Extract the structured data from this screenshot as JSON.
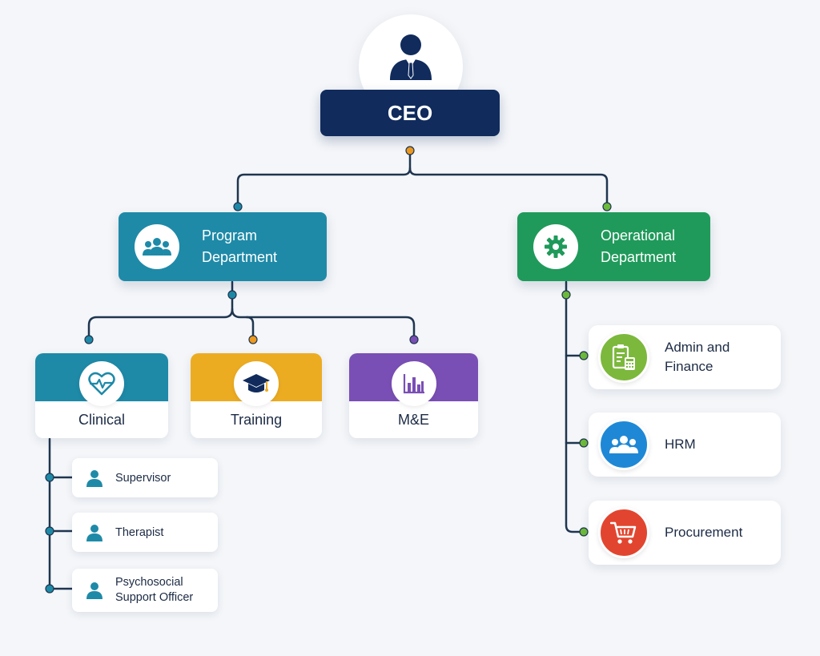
{
  "ceo": {
    "title": "CEO",
    "icon": "ceo-person-icon"
  },
  "departments": [
    {
      "label": "Program Department",
      "color": "#1e8aa8",
      "icon": "people-group-icon"
    },
    {
      "label": "Operational Department",
      "color": "#1f9a5a",
      "icon": "gear-icon"
    }
  ],
  "program_units": [
    {
      "label": "Clinical",
      "color": "#1e8aa8",
      "icon": "heartbeat-icon"
    },
    {
      "label": "Training",
      "color": "#ecac22",
      "icon": "graduation-cap-icon"
    },
    {
      "label": "M&E",
      "color": "#7a4fb5",
      "icon": "bar-chart-icon"
    }
  ],
  "clinical_roles": [
    {
      "label": "Supervisor",
      "icon": "person-icon"
    },
    {
      "label": "Therapist",
      "icon": "person-icon"
    },
    {
      "label": "Psychosocial Support Officer",
      "icon": "person-icon"
    }
  ],
  "operational_units": [
    {
      "label": "Admin and Finance",
      "color": "#7cb83c",
      "icon": "clipboard-calculator-icon"
    },
    {
      "label": "HRM",
      "color": "#1e88d6",
      "icon": "people-group-icon"
    },
    {
      "label": "Procurement",
      "color": "#e2452f",
      "icon": "shopping-cart-icon"
    }
  ],
  "colors": {
    "navy": "#102b5c",
    "connector": "#1f3550",
    "dot_orange": "#ee9a1e",
    "dot_teal": "#1e8aa8",
    "dot_green": "#6dbb3a",
    "dot_purple": "#7a4fb5"
  }
}
